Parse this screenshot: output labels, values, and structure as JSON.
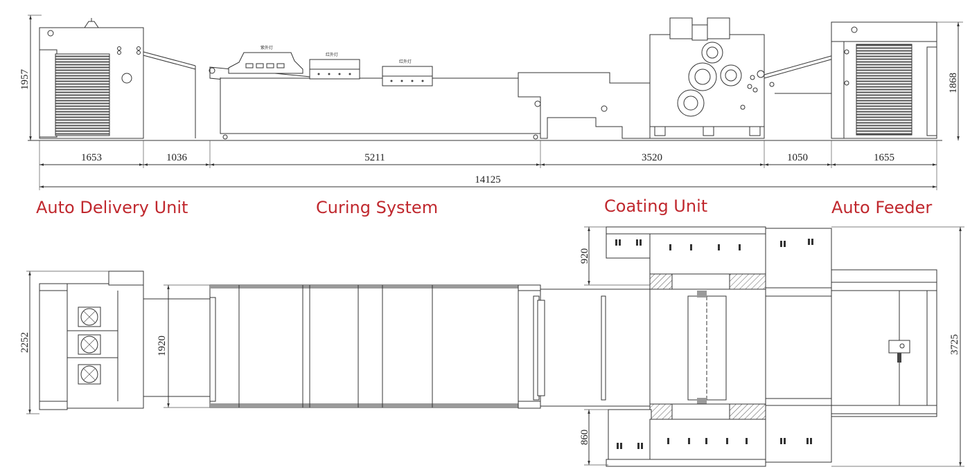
{
  "sections": {
    "delivery": "Auto Delivery Unit",
    "curing": "Curing System",
    "coating": "Coating Unit",
    "feeder": "Auto Feeder"
  },
  "side_view": {
    "height_left": "1957",
    "height_right": "1868",
    "dim_delivery": "1653",
    "dim_transition": "1036",
    "dim_curing": "5211",
    "dim_coating": "3520",
    "dim_feed_transfer": "1050",
    "dim_feeder": "1655",
    "dim_total": "14125"
  },
  "plan_view": {
    "width_delivery": "2252",
    "width_conveyor": "1920",
    "width_top_cabinet": "920",
    "width_bottom_cabinet": "860",
    "width_overall": "3725"
  },
  "lamp_labels": [
    "紫外灯",
    "红外灯",
    "红外灯"
  ],
  "colors": {
    "section_label": "#c0282e",
    "line": "#333333"
  }
}
